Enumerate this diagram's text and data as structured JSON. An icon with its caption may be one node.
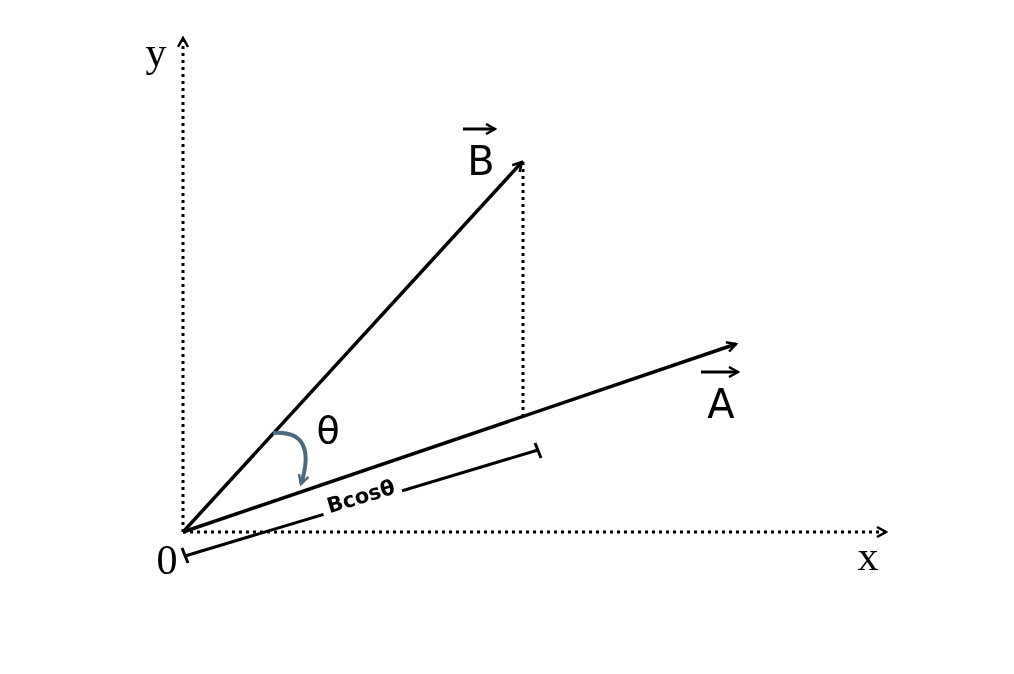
{
  "diagram": {
    "labels": [
      "y",
      "B",
      "A",
      "θ",
      "Bcosθ",
      "0",
      "x"
    ]
  }
}
